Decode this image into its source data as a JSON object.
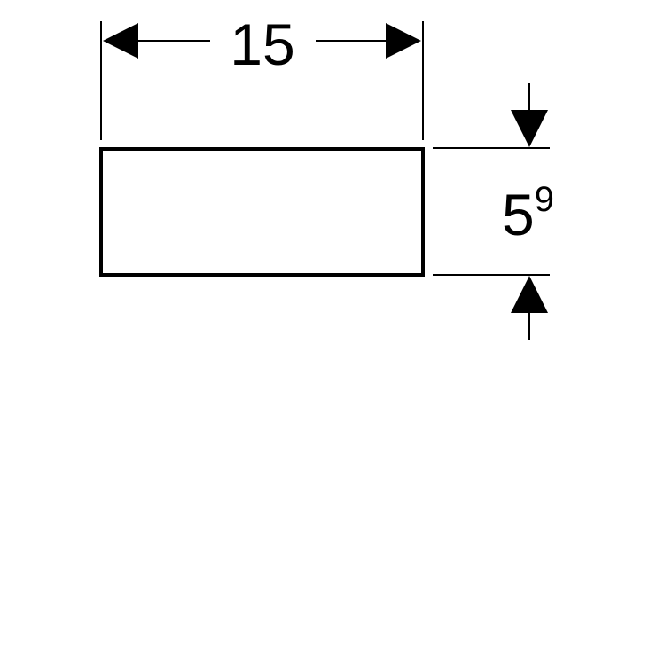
{
  "diagram": {
    "width_dimension": {
      "value": "15"
    },
    "height_dimension": {
      "value": "5",
      "superscript": "9"
    },
    "colors": {
      "line": "#000000",
      "background": "#ffffff"
    }
  }
}
